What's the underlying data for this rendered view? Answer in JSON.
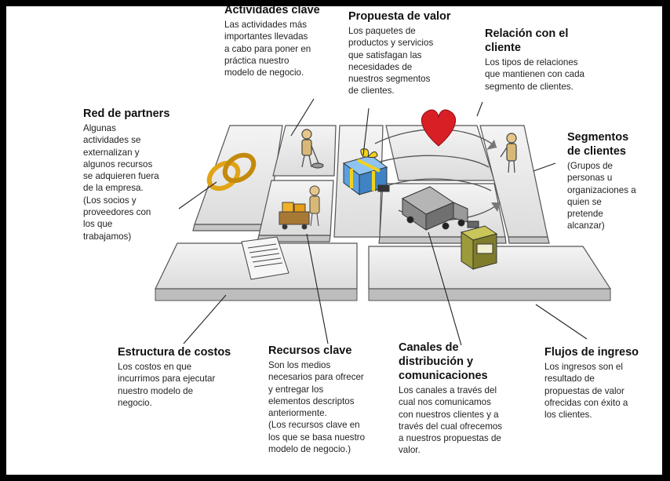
{
  "blocks": {
    "actividades": {
      "title": "Actividades clave",
      "desc": "Las actividades más\nimportantes llevadas\na cabo para poner en\npráctica nuestro\nmodelo de negocio."
    },
    "propuesta": {
      "title": "Propuesta de valor",
      "desc": "Los paquetes de\nproductos y servicios\nque satisfagan las\nnecesidades de\nnuestros segmentos\nde clientes."
    },
    "relacion": {
      "title": "Relación con el\ncliente",
      "desc": "Los tipos de relaciones\nque mantienen con cada\nsegmento de clientes."
    },
    "partners": {
      "title": "Red de partners",
      "desc": "Algunas\nactividades se\nexternalizan y\nalgunos recursos\nse adquieren fuera\nde la empresa.",
      "note": "(Los socios y\nproveedores con\nlos que\ntrabajamos)"
    },
    "segmentos": {
      "title": "Segmentos\nde clientes",
      "desc": "(Grupos de\npersonas u\norganizaciones a\nquien se\npretende\nalcanzar)"
    },
    "costos": {
      "title": "Estructura de  costos",
      "desc": "Los costos en que\nincurrimos para ejecutar\nnuestro modelo de\nnegocio."
    },
    "recursos": {
      "title": "Recursos clave",
      "desc": "Son los medios\nnecesarios para ofrecer\ny entregar los\nelementos descriptos\nanteriormente.",
      "note": "(Los recursos clave en\nlos que se basa nuestro\nmodelo de negocio.)"
    },
    "canales": {
      "title": "Canales de\ndistribución y\ncomunicaciones",
      "desc": "Los canales a través del\ncual nos comunicamos\ncon nuestros clientes y a\ntravés del cual ofrecemos\na nuestros propuestas de\nvalor."
    },
    "flujos": {
      "title": "Flujos de ingreso",
      "desc": "Los ingresos son el\nresultado de\npropuestas de valor\nofrecidas con éxito a\nlos clientes."
    }
  },
  "colors": {
    "background": "#ffffff",
    "border": "#000000",
    "board": "#e9e9e9",
    "board_edge": "#555555",
    "heart": "#d81f26",
    "gift": "#5aa0e0",
    "ribbon": "#f2d21b",
    "rings": "#e0a416",
    "truck": "#8a8a8a",
    "register": "#9c9a3a"
  },
  "icons": [
    "rings-icon",
    "worker-icon",
    "gift-icon",
    "heart-icon",
    "person-icon",
    "truck-icon",
    "boxes-icon",
    "document-icon",
    "cash-register-icon"
  ]
}
